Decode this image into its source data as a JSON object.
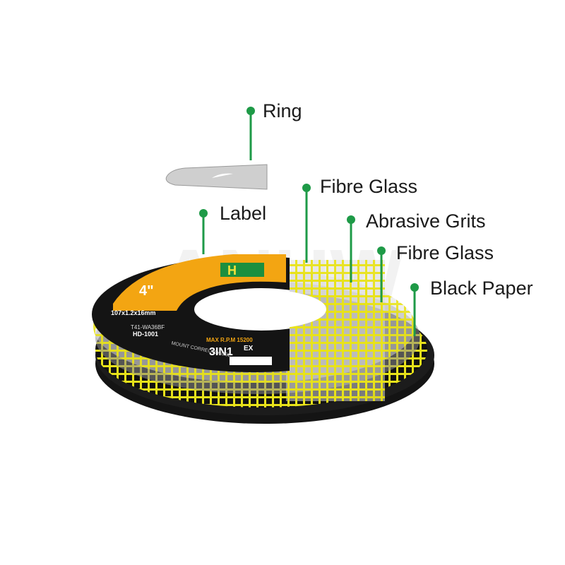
{
  "colors": {
    "callout": "#1e9a47",
    "disc_black": "#141414",
    "label_orange": "#f3a512",
    "mesh_yellow": "#e8e21a",
    "ring_grey": "#c9c9c9",
    "grit_grey": "#9a9a9a"
  },
  "callouts": [
    {
      "id": "ring",
      "label": "Ring"
    },
    {
      "id": "fibre-glass-top",
      "label": "Fibre Glass"
    },
    {
      "id": "label",
      "label": "Label"
    },
    {
      "id": "abrasive-grits",
      "label": "Abrasive Grits"
    },
    {
      "id": "fibre-glass-bottom",
      "label": "Fibre Glass"
    },
    {
      "id": "black-paper",
      "label": "Black Paper"
    }
  ],
  "watermark": "ANHW",
  "disc_label": {
    "brand": "H",
    "size": "4\"",
    "dimensions": "107x1.2x16mm",
    "spec": "T41-WA36BF",
    "model": "HD-1001",
    "rpm": "MAX R.P.M 15200",
    "product": "3IN1",
    "product_suffix": "EX",
    "warning": "MOUNT CORRECTLY USE"
  }
}
